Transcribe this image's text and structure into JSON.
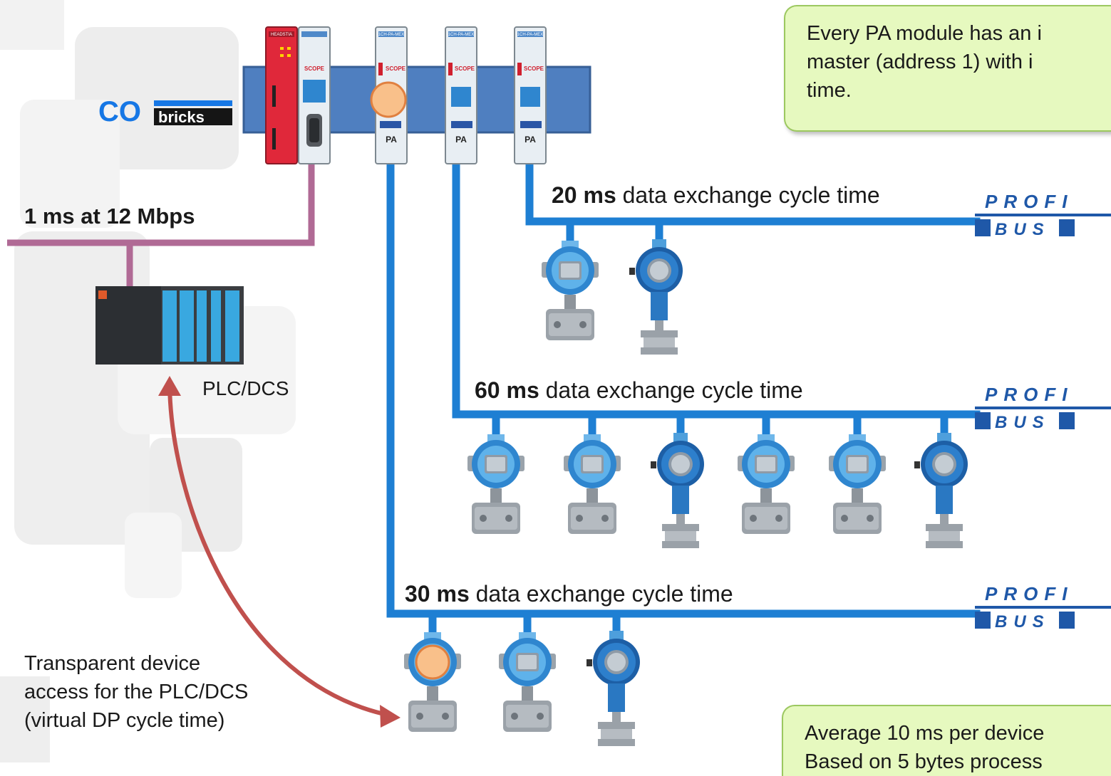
{
  "brand": {
    "logo_prefix": "CO",
    "logo_suffix": "bricks",
    "logo_color": "#1677e5"
  },
  "backplane_link": {
    "label": "1 ms at 12 Mbps"
  },
  "controller": {
    "label": "PLC/DCS"
  },
  "modules": {
    "head": {
      "name": "HEADSTIA"
    },
    "scope": {
      "name": "SCOPE"
    },
    "pa": [
      {
        "name": "1CH-PA-MEX",
        "scope": "SCOPE",
        "bus": "PA"
      },
      {
        "name": "1CH-PA-MEX",
        "scope": "SCOPE",
        "bus": "PA"
      },
      {
        "name": "1CH-PA-MEX",
        "scope": "SCOPE",
        "bus": "PA"
      }
    ]
  },
  "segments": [
    {
      "time": "20 ms",
      "text": " data exchange cycle time"
    },
    {
      "time": "60 ms",
      "text": " data exchange cycle time"
    },
    {
      "time": "30 ms",
      "text": " data exchange cycle time"
    }
  ],
  "profibus": {
    "top": "PROFI",
    "bottom": "BUS"
  },
  "callout_top": {
    "lines": [
      "Every PA module has an i",
      "master (address 1) with i",
      "time."
    ]
  },
  "callout_bottom": {
    "lines": [
      "Average 10 ms per device",
      "Based on 5 bytes process"
    ]
  },
  "transparent_access": {
    "lines": [
      "Transparent device",
      "access for the PLC/DCS",
      "(virtual DP cycle time)"
    ]
  },
  "colors": {
    "bus": "#1e7fd3",
    "dp_line": "#b06a95",
    "arrow": "#c0504d",
    "rail": "#4f7fc0",
    "callout_fill": "#e6f9bf"
  }
}
